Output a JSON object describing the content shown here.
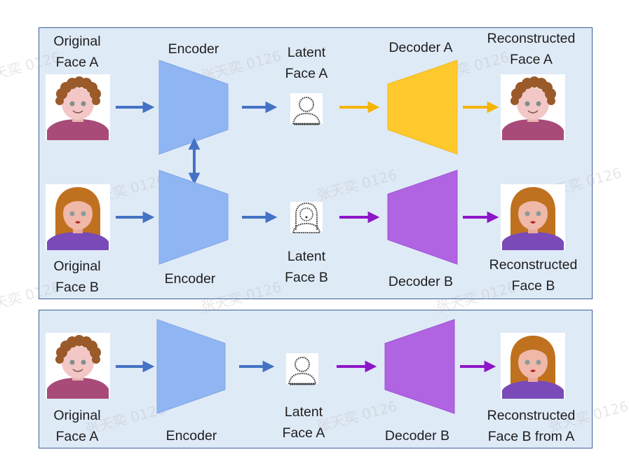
{
  "top_panel": {
    "row_a": {
      "input_label": [
        "Original",
        "Face A"
      ],
      "encoder_label": "Encoder",
      "latent_label": [
        "Latent",
        "Face A"
      ],
      "decoder_label": "Decoder A",
      "output_label": [
        "Reconstructed",
        "Face A"
      ]
    },
    "row_b": {
      "input_label": [
        "Original",
        "Face B"
      ],
      "encoder_label": "Encoder",
      "latent_label": [
        "Latent",
        "Face B"
      ],
      "decoder_label": "Decoder B",
      "output_label": [
        "Reconstructed",
        "Face B"
      ]
    }
  },
  "bottom_panel": {
    "input_label": [
      "Original",
      "Face A"
    ],
    "encoder_label": "Encoder",
    "latent_label": [
      "Latent",
      "Face A"
    ],
    "decoder_label": "Decoder B",
    "output_label": [
      "Reconstructed",
      "Face B from A"
    ]
  },
  "watermark": "张天奕 0126",
  "colors": {
    "panel_bg": "#dfeaf7",
    "encoder_blue": "#8fb6f3",
    "decoder_a_yellow": "#ffc92e",
    "decoder_b_purple": "#b064e2",
    "arrow_blue": "#4472c4",
    "arrow_yellow": "#f5b400",
    "arrow_purple": "#8e16c8"
  }
}
